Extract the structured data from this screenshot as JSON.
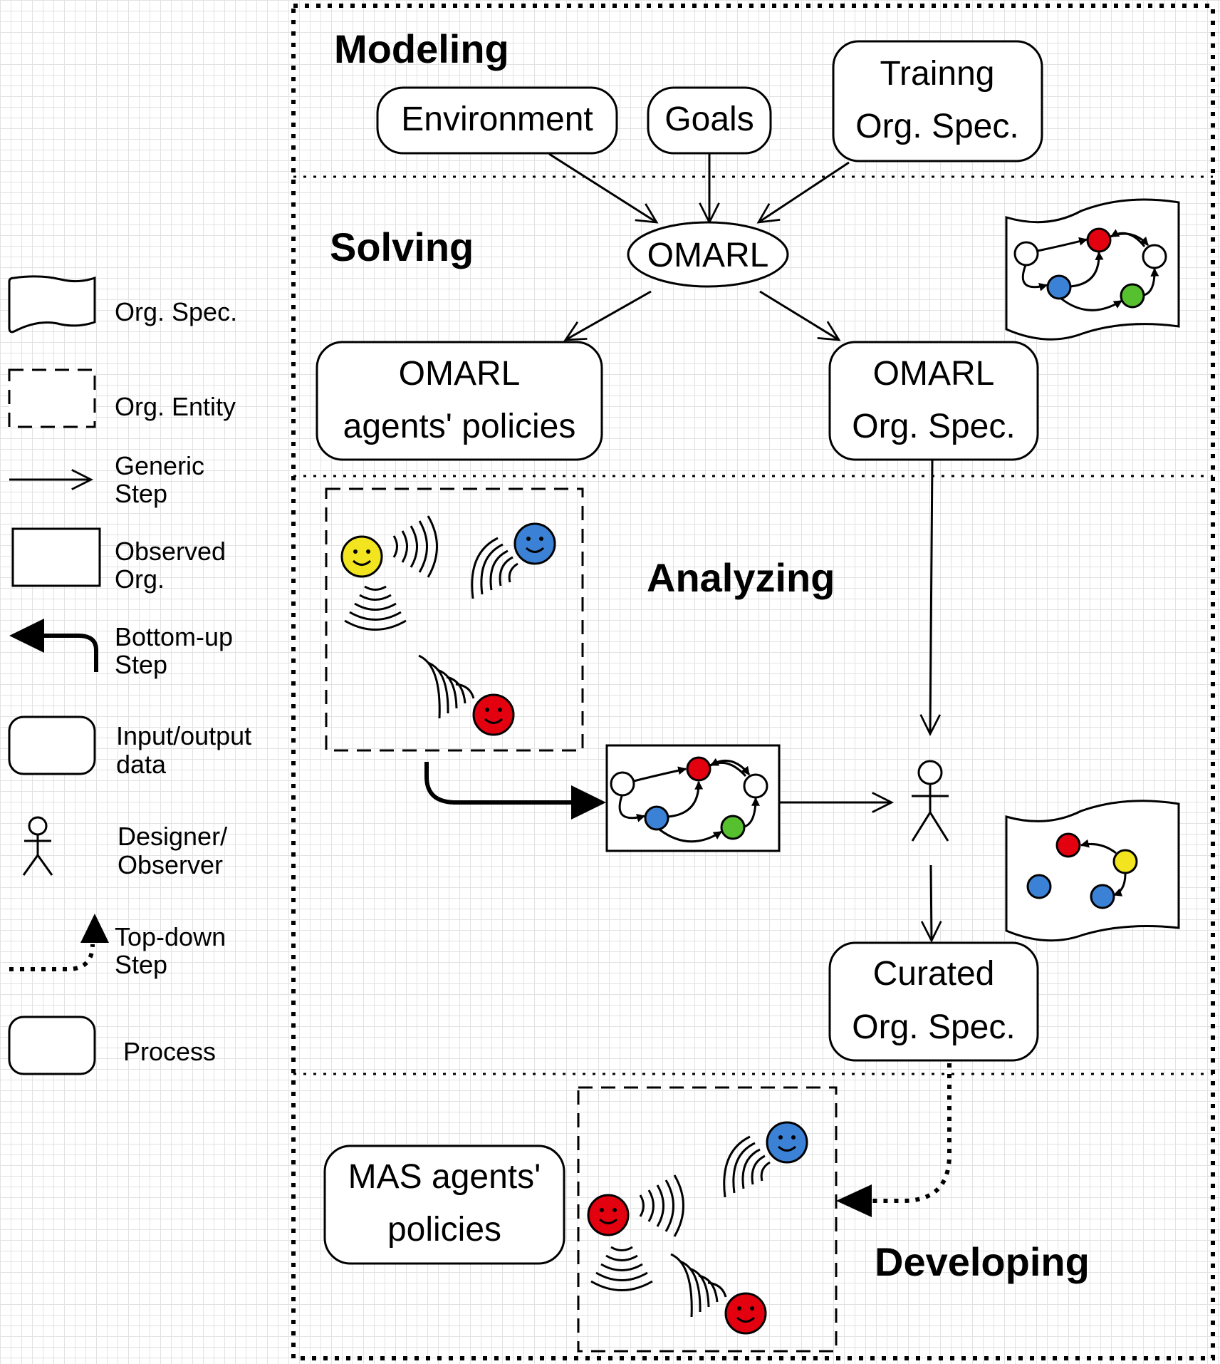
{
  "legend": {
    "org_spec": "Org. Spec.",
    "org_entity": "Org. Entity",
    "generic_step": [
      "Generic",
      "Step"
    ],
    "observed_org": [
      "Observed",
      "Org."
    ],
    "bottom_up_step": [
      "Bottom-up",
      "Step"
    ],
    "io_data": [
      "Input/output",
      "data"
    ],
    "designer": [
      "Designer/",
      "Observer"
    ],
    "top_down_step": [
      "Top-down",
      "Step"
    ],
    "process": "Process"
  },
  "phases": {
    "modeling": "Modeling",
    "solving": "Solving",
    "analyzing": "Analyzing",
    "developing": "Developing"
  },
  "nodes": {
    "environment": "Environment",
    "goals": "Goals",
    "training_spec": [
      "Trainng",
      "Org. Spec."
    ],
    "omarl": "OMARL",
    "omarl_policies": [
      "OMARL",
      "agents' policies"
    ],
    "omarl_spec": [
      "OMARL",
      "Org. Spec."
    ],
    "curated_spec": [
      "Curated",
      "Org. Spec."
    ],
    "mas_policies": [
      "MAS agents'",
      "policies"
    ]
  },
  "colors": {
    "red": "#e3000f",
    "blue": "#3b82d6",
    "green": "#57c02e",
    "yellow": "#f2e51f",
    "grid": "#e2e2e2"
  }
}
